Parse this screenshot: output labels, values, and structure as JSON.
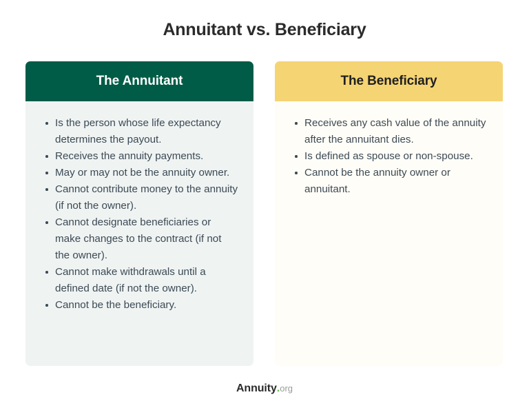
{
  "page": {
    "title": "Annuitant vs. Beneficiary",
    "background_color": "#ffffff"
  },
  "colors": {
    "annuitant_header_bg": "#005c46",
    "annuitant_header_text": "#ffffff",
    "annuitant_body_bg": "#eff3f2",
    "beneficiary_header_bg": "#f5d474",
    "beneficiary_header_text": "#1f1f1f",
    "beneficiary_body_bg": "#fffdf7",
    "bullet_text": "#3c4a55",
    "title_text": "#2b2b2b",
    "logo_dot": "#5ec14a"
  },
  "columns": [
    {
      "id": "annuitant",
      "heading": "The Annuitant",
      "bullets": [
        "Is the person whose life expectancy determines the payout.",
        "Receives the annuity payments.",
        "May or may not be the annuity owner.",
        "Cannot contribute money to the annuity (if not the owner).",
        "Cannot designate beneficiaries or make changes to the contract (if not the owner).",
        "Cannot make withdrawals until a defined date (if not the owner).",
        "Cannot be the beneficiary."
      ]
    },
    {
      "id": "beneficiary",
      "heading": "The Beneficiary",
      "bullets": [
        "Receives any cash value of the annuity after the annuitant dies.",
        "Is defined as spouse or non-spouse.",
        "Cannot be the annuity owner or annuitant."
      ]
    }
  ],
  "footer": {
    "logo_main": "Annuity",
    "logo_dot": ".",
    "logo_tld": "org"
  }
}
